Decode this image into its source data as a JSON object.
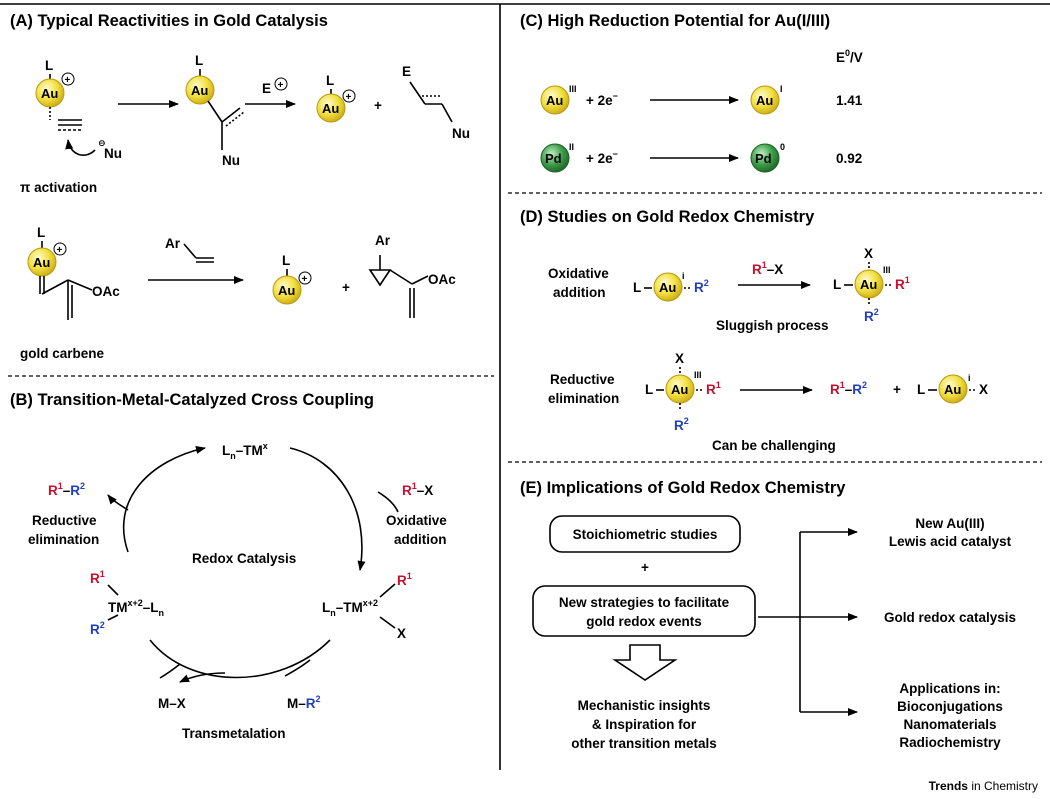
{
  "colors": {
    "gold": "#f0dc3a",
    "gold_edge": "#b99a10",
    "pd_green": "#2f8a3c",
    "red": "#c8102e",
    "blue": "#1f3fbf"
  },
  "panels": {
    "A": {
      "title": "(A) Typical Reactivities in Gold Catalysis",
      "pi_activation": "π activation",
      "gold_carbene": "gold carbene",
      "nu": "Nu",
      "e_plus": "E",
      "e": "E",
      "oac": "OAc",
      "ar": "Ar",
      "plus": "+"
    },
    "B": {
      "title": "(B) Transition-Metal-Catalyzed Cross Coupling",
      "center": "Redox Catalysis",
      "top_complex": "L",
      "r1x": "X",
      "oxidative": "Oxidative",
      "addition": "addition",
      "reductive": "Reductive",
      "elimination": "elimination",
      "transmetalation": "Transmetalation",
      "mx": "M–X",
      "m_r2": "M–"
    },
    "C": {
      "title": "(C) High Reduction Potential for Au(I/III)",
      "header": "E",
      "header_sup": "0",
      "header_unit": "/V",
      "row1_e": "+ 2e",
      "row1_value": "1.41",
      "row2_e": "+ 2e",
      "row2_value": "0.92",
      "au": "Au",
      "pd": "Pd",
      "ox_III": "III",
      "ox_I": "I",
      "ox_II": "II",
      "ox_0": "0"
    },
    "D": {
      "title": "(D) Studies on Gold Redox Chemistry",
      "oxidative": "Oxidative",
      "addition": "addition",
      "reductive": "Reductive",
      "elimination": "elimination",
      "sluggish": "Sluggish process",
      "challenging": "Can be challenging"
    },
    "E": {
      "title": "(E) Implications of Gold Redox Chemistry",
      "box1": "Stoichiometric studies",
      "plus": "+",
      "box2_line1": "New strategies to facilitate",
      "box2_line2": "gold redox events",
      "mech_1": "Mechanistic insights",
      "mech_2": "& Inspiration for",
      "mech_3": "other transition metals",
      "out1_a": "New Au(III)",
      "out1_b": "Lewis acid catalyst",
      "out2": "Gold redox catalysis",
      "out3_a": "Applications in:",
      "out3_b": "Bioconjugations",
      "out3_c": "Nanomaterials",
      "out3_d": "Radiochemistry"
    }
  },
  "footer": {
    "brand_a": "Trends",
    "brand_b": " in Chemistry"
  }
}
